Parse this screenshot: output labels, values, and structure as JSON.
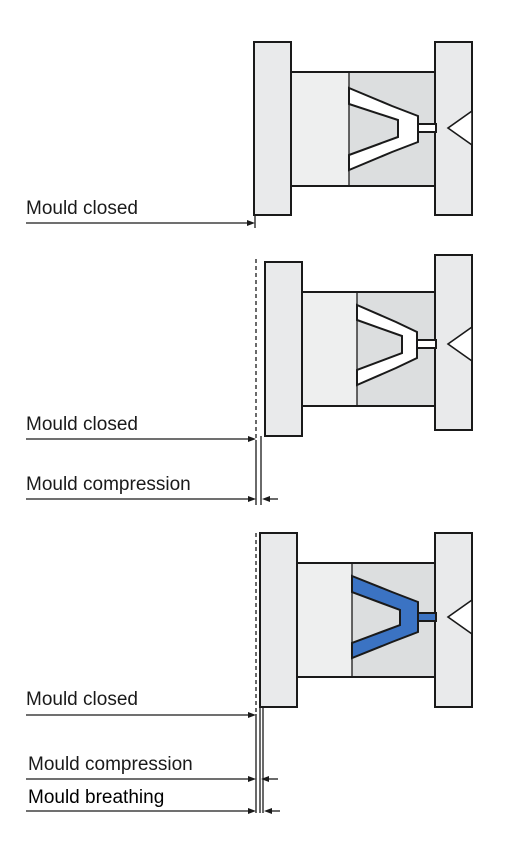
{
  "colors": {
    "plate_fill": "#e9eaeb",
    "mould_dark": "#dcdedf",
    "outline": "#1a1a1a",
    "melt_fill": "#3b73c3"
  },
  "panels": [
    {
      "state": "empty",
      "labels": [
        "Mould closed"
      ]
    },
    {
      "state": "empty",
      "labels": [
        "Mould closed",
        "Mould compression"
      ]
    },
    {
      "state": "filled",
      "labels": [
        "Mould closed",
        "Mould compression",
        "Mould breathing"
      ]
    }
  ]
}
